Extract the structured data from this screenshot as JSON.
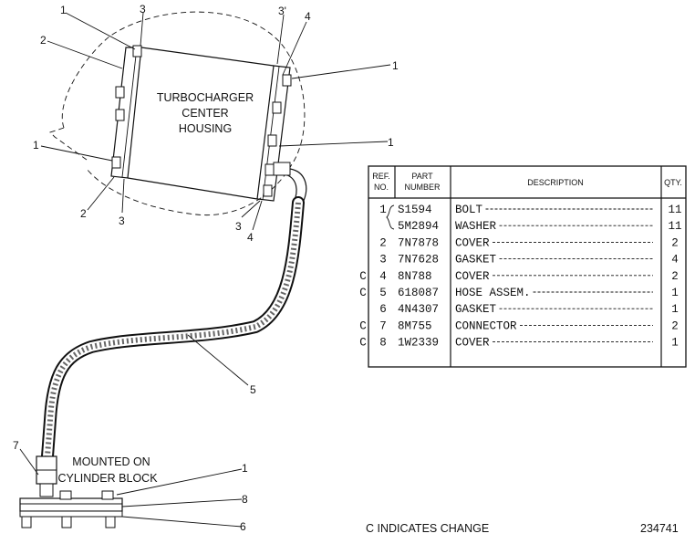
{
  "housing": {
    "title_lines": [
      "TURBOCHARGER",
      "CENTER",
      "HOUSING"
    ]
  },
  "mount": {
    "title_lines": [
      "MOUNTED ON",
      "CYLINDER BLOCK"
    ]
  },
  "callouts": {
    "top_left_1": "1",
    "top_left_2": "2",
    "top_left_3": "3",
    "top_right_3p": "3'",
    "top_right_4": "4",
    "right_1a": "1",
    "right_1b": "1",
    "mid_left_1": "1",
    "bottom_left_2": "2",
    "bottom_left_3": "3",
    "bottom_mid_3": "3",
    "bottom_mid_4": "4",
    "hose_5": "5",
    "mount_7": "7",
    "mount_1": "1",
    "mount_8": "8",
    "mount_6": "6"
  },
  "parts_table": {
    "headers": {
      "ref_line1": "REF.",
      "ref_line2": "NO.",
      "part_line1": "PART",
      "part_line2": "NUMBER",
      "description": "DESCRIPTION",
      "qty": "QTY."
    },
    "rows": [
      {
        "change": "",
        "ref": "1",
        "part": "S1594",
        "desc": "BOLT",
        "qty": "11"
      },
      {
        "change": "",
        "ref": "",
        "part": "5M2894",
        "desc": "WASHER",
        "qty": "11"
      },
      {
        "change": "",
        "ref": "2",
        "part": "7N7878",
        "desc": "COVER",
        "qty": "2"
      },
      {
        "change": "",
        "ref": "3",
        "part": "7N7628",
        "desc": "GASKET",
        "qty": "4"
      },
      {
        "change": "C",
        "ref": "4",
        "part": "8N788",
        "desc": "COVER",
        "qty": "2"
      },
      {
        "change": "C",
        "ref": "5",
        "part": "618087",
        "desc": "HOSE ASSEM.",
        "qty": "1"
      },
      {
        "change": "",
        "ref": "6",
        "part": "4N4307",
        "desc": "GASKET",
        "qty": "1"
      },
      {
        "change": "C",
        "ref": "7",
        "part": "8M755",
        "desc": "CONNECTOR",
        "qty": "2"
      },
      {
        "change": "C",
        "ref": "8",
        "part": "1W2339",
        "desc": "COVER",
        "qty": "1"
      }
    ]
  },
  "footer": {
    "note": "C INDICATES CHANGE",
    "figure_number": "234741"
  }
}
